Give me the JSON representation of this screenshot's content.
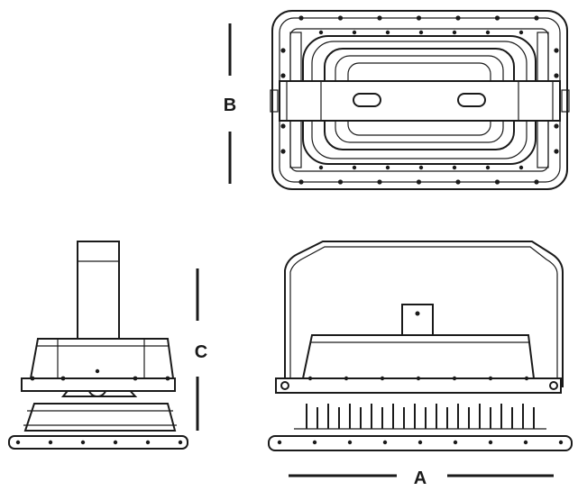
{
  "dimensions": {
    "a": "A",
    "b": "B",
    "c": "C"
  },
  "colors": {
    "line": "#1a1a1a",
    "background": "#ffffff"
  }
}
